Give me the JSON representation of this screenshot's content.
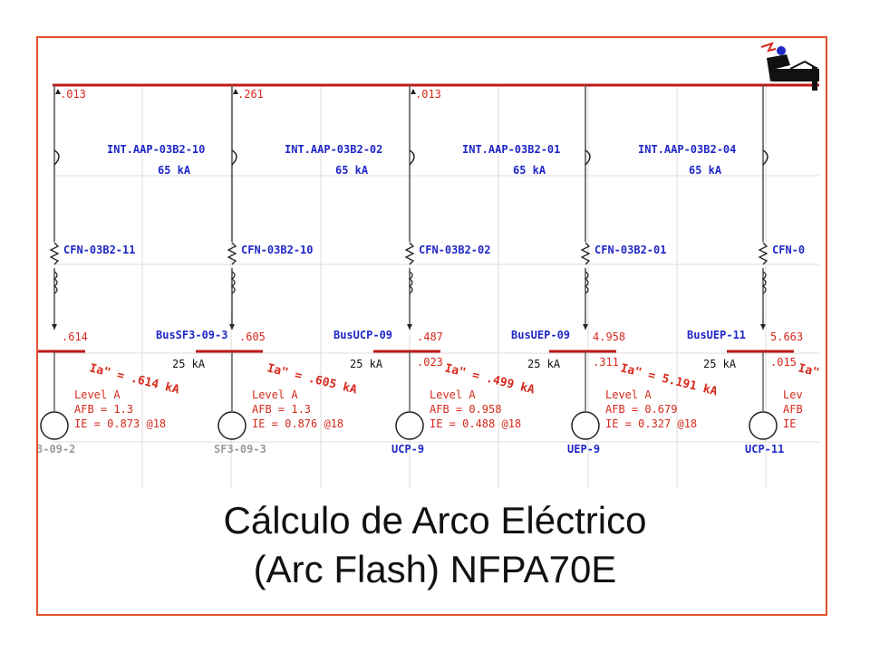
{
  "diagram": {
    "top_values": [
      ".013",
      ".261",
      ".013"
    ],
    "columns": [
      {
        "breaker_name": "INT.AAP-03B2-10",
        "breaker_rating": "65 kA",
        "fuse_label": "CFN-03B2-11",
        "bus_value": ".614",
        "bus_name": "BusSF3-09-3",
        "bus_rating": "25 kA",
        "arc_current": "Ia\" = .614 kA",
        "level": "Level A",
        "afb": "AFB = 1.3",
        "ie": "IE  = 0.873 @18",
        "load_label": "3-09-2"
      },
      {
        "breaker_name": "INT.AAP-03B2-02",
        "breaker_rating": "65 kA",
        "fuse_label": "CFN-03B2-10",
        "bus_value": ".605",
        "bus_name": "BusUCP-09",
        "bus_rating": "25 kA",
        "arc_current": "Ia\" = .605 kA",
        "level": "Level A",
        "afb": "AFB = 1.3",
        "ie": "IE  = 0.876 @18",
        "load_label": "SF3-09-3"
      },
      {
        "breaker_name": "INT.AAP-03B2-01",
        "breaker_rating": "65 kA",
        "fuse_label": "CFN-03B2-02",
        "bus_value": ".487",
        "bus_value_2": ".023",
        "bus_name": "BusUEP-09",
        "bus_rating": "25 kA",
        "arc_current": "Ia\" = .499 kA",
        "level": "Level A",
        "afb": "AFB = 0.958",
        "ie": "IE  = 0.488 @18",
        "load_label": "UCP-9"
      },
      {
        "breaker_name": "INT.AAP-03B2-04",
        "breaker_rating": "65 kA",
        "fuse_label": "CFN-03B2-01",
        "bus_value": "4.958",
        "bus_value_2": ".311",
        "bus_name": "BusUEP-11",
        "bus_rating": "25 kA",
        "arc_current": "Ia\" = 5.191 kA",
        "level": "Level A",
        "afb": "AFB = 0.679",
        "ie": "IE  = 0.327 @18",
        "load_label": "UEP-9"
      },
      {
        "fuse_label": "CFN-0",
        "bus_value": "5.663",
        "bus_value_2": ".015",
        "bus_rating": "25 kA",
        "arc_current": "Ia\" =",
        "level": "Lev",
        "afb": "AFB",
        "ie": "IE",
        "load_label": "UCP-11"
      }
    ]
  },
  "caption": {
    "line1": "Cálculo de Arco Eléctrico",
    "line2": "(Arc Flash) NFPA70E"
  },
  "colors": {
    "frame": "#e0522c",
    "bus_red": "#c0191a",
    "label_blue": "#1f27c8",
    "grid": "#d9d9d9",
    "wire": "#5a5a5a",
    "value_red": "#d6291c"
  },
  "icons": [
    "electrician-logo-icon"
  ]
}
